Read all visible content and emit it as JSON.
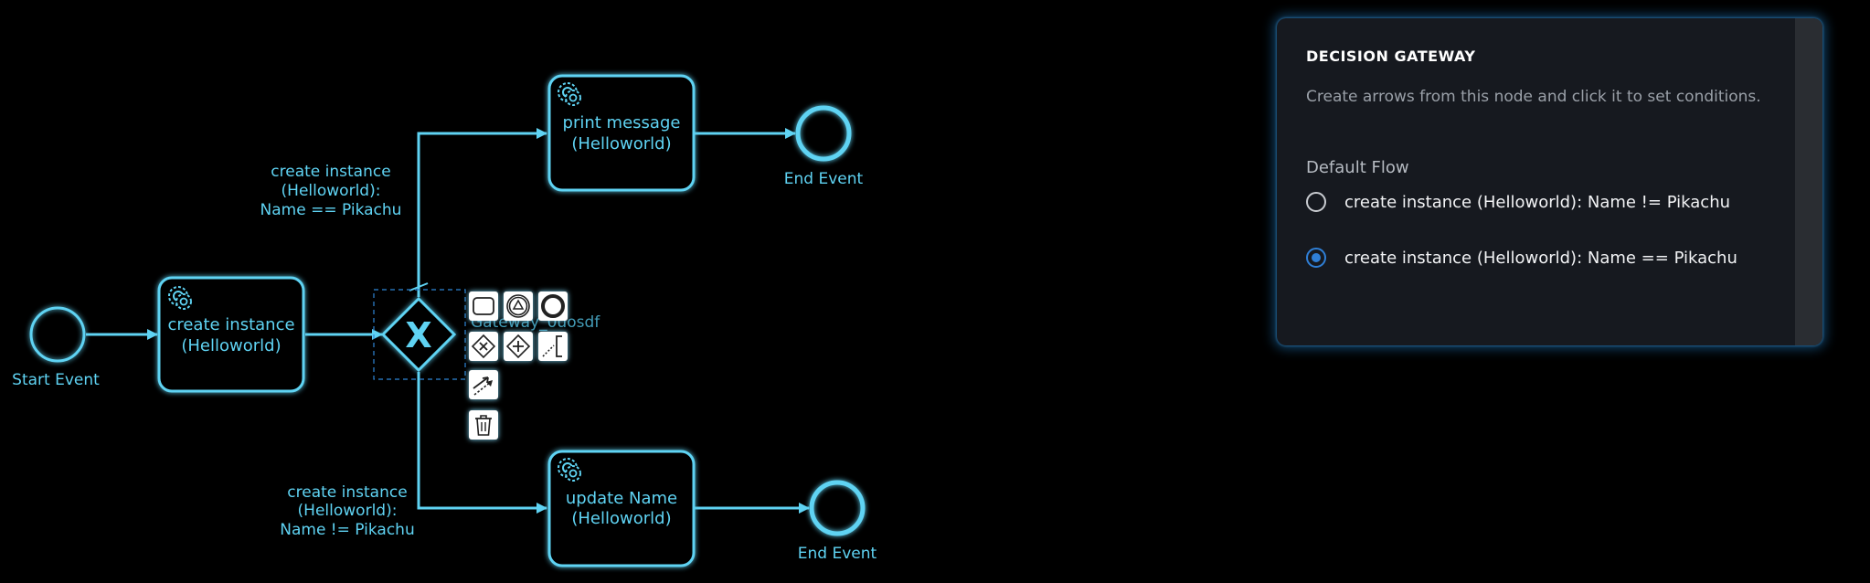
{
  "diagram": {
    "start_event": "Start Event",
    "task_create": "create instance (Helloworld)",
    "task_create_l1": "create instance",
    "task_create_l2": "(Helloworld)",
    "task_print_l1": "print message",
    "task_print_l2": "(Helloworld)",
    "task_update_l1": "update Name",
    "task_update_l2": "(Helloworld)",
    "end_event_top": "End Event",
    "end_event_bottom": "End Event",
    "gateway_symbol": "X",
    "gateway_ghost_label": "Gateway_0uosdf",
    "flow_top_l1": "create instance",
    "flow_top_l2": "(Helloworld):",
    "flow_top_l3": "Name == Pikachu",
    "flow_bottom_l1": "create instance",
    "flow_bottom_l2": "(Helloworld):",
    "flow_bottom_l3": "Name != Pikachu",
    "accent_color": "#5fd3f3",
    "context_pad": [
      "task-icon",
      "intermediate-event-icon",
      "end-event-icon",
      "exclusive-gateway-icon",
      "parallel-gateway-icon",
      "text-annotation-icon",
      "connect-arrow-icon",
      "trash-icon"
    ]
  },
  "panel": {
    "title": "DECISION GATEWAY",
    "description": "Create arrows from this node and click it to set conditions.",
    "default_flow_label": "Default Flow",
    "options": [
      {
        "label": "create instance (Helloworld): Name != Pikachu",
        "selected": false
      },
      {
        "label": "create instance (Helloworld): Name == Pikachu",
        "selected": true
      }
    ],
    "selected_color": "#2f7fd6"
  }
}
